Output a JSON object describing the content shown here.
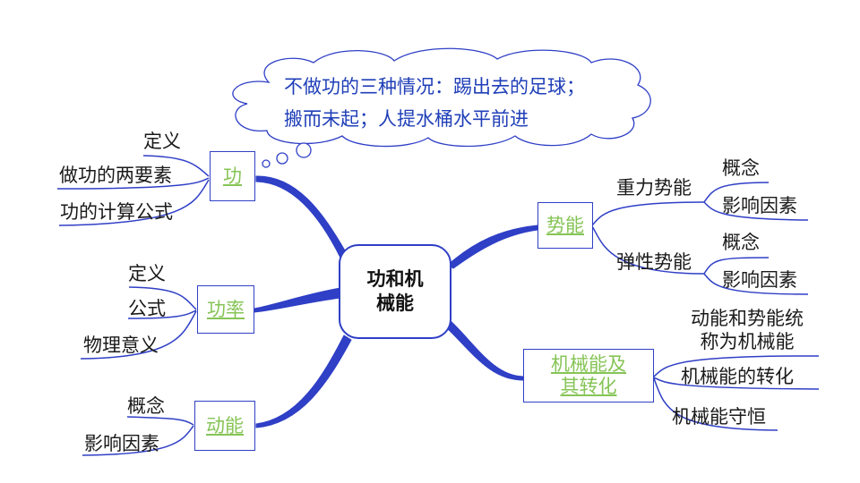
{
  "callout": {
    "line1": "不做功的三种情况：踢出去的足球；",
    "line2": "搬而未起；人提水桶水平前进"
  },
  "root": {
    "line1": "功和机",
    "line2": "械能"
  },
  "branches": {
    "work": {
      "label": "功",
      "items": [
        "定义",
        "做功的两要素",
        "功的计算公式"
      ]
    },
    "power": {
      "label": "功率",
      "items": [
        "定义",
        "公式",
        "物理意义"
      ]
    },
    "kinetic": {
      "label": "动能",
      "items": [
        "概念",
        "影响因素"
      ]
    },
    "potential": {
      "label": "势能",
      "subs": [
        {
          "label": "重力势能",
          "items": [
            "概念",
            "影响因素"
          ]
        },
        {
          "label": "弹性势能",
          "items": [
            "概念",
            "影响因素"
          ]
        }
      ]
    },
    "mechanical": {
      "line1": "机械能及",
      "line2": "其转化",
      "items": [
        {
          "line1": "动能和势能统",
          "line2": "称为机械能"
        },
        {
          "line1": "机械能的转化"
        },
        {
          "line1": "机械能守恒"
        }
      ]
    }
  },
  "colors": {
    "link": "#2f3fc6",
    "branch_text": "#86c456",
    "callout_text": "#1f3fb8"
  }
}
